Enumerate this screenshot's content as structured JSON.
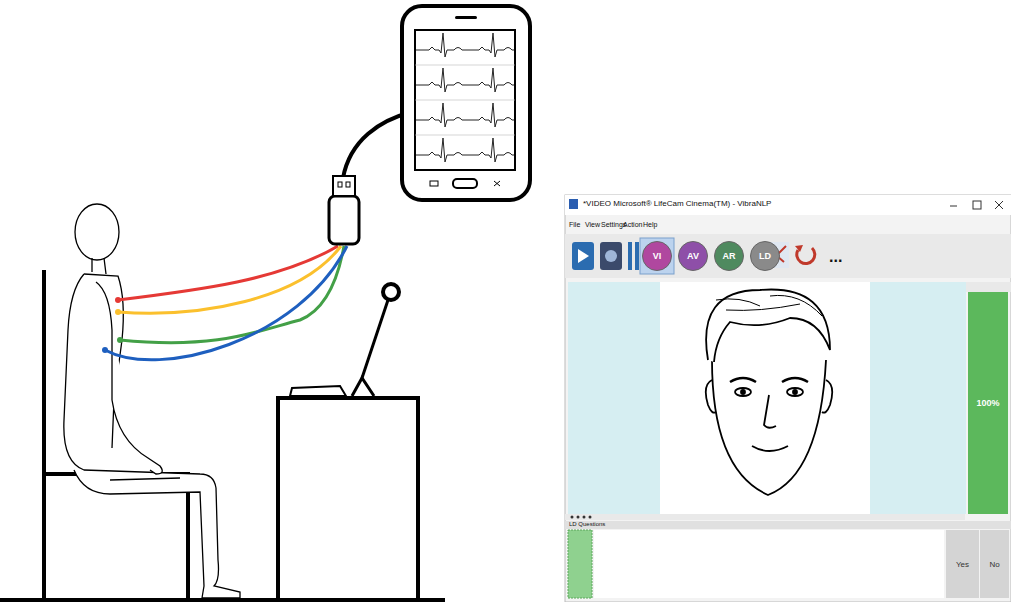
{
  "diagram": {
    "nodes": [
      {
        "text": [
          "*VIDEO Microsoft® LifeCam Cinema(TM) - VibraNLP"
        ]
      },
      {
        "text": [
          "VI"
        ],
        "in": 0
      },
      {
        "text": [
          "AV"
        ],
        "in": 0
      },
      {
        "text": [
          "AR"
        ],
        "in": 0
      },
      {
        "text": [
          "LD"
        ],
        "in": 0
      },
      {
        "text": [
          "100%"
        ],
        "in": 0
      },
      {
        "text": [
          "LD Questions"
        ],
        "in": 0
      },
      {
        "text": [
          "Yes"
        ],
        "in": 6
      },
      {
        "text": [
          "No"
        ],
        "in": 6
      }
    ],
    "labels": [
      "File",
      "View",
      "Settings",
      "Action",
      "Help",
      "..."
    ]
  }
}
